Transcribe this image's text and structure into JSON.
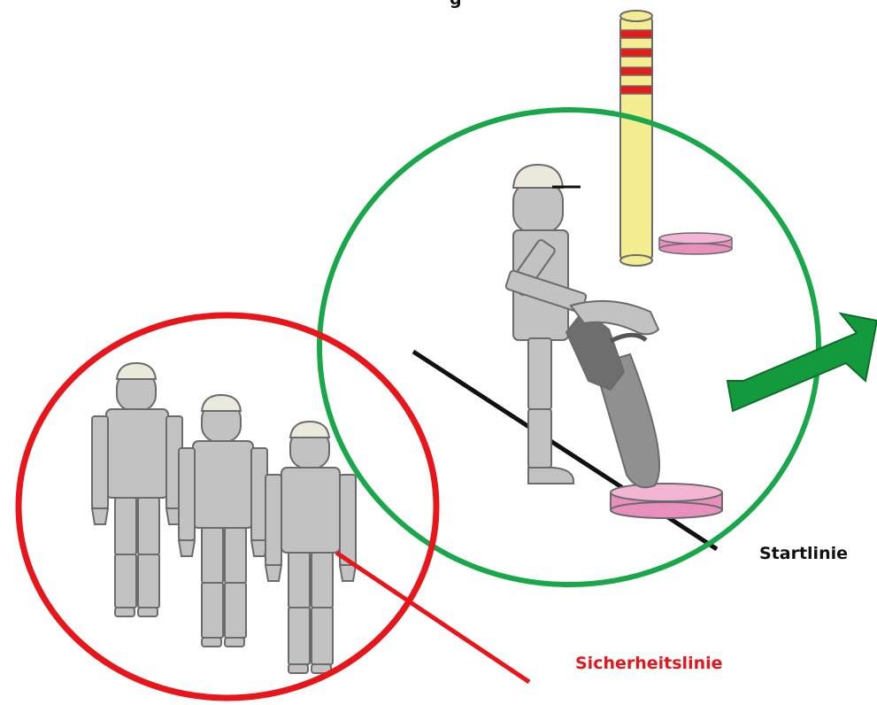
{
  "diagram": {
    "top_caption": "g",
    "start_line_label": "Startlinie",
    "safety_line_label": "Sicherheitslinie"
  },
  "colors": {
    "start_zone": "#18a84a",
    "safety_zone": "#e8151b",
    "arrow": "#129a3c",
    "figure_fill": "#c2c2c2",
    "figure_stroke": "#6b6b6b",
    "cap": "#ebe8dc",
    "pole": "#f3ec91",
    "pole_band": "#e51c1c",
    "target": "#e88fbd",
    "chainsaw_body": "#6e6e6e",
    "label_start": "#111111",
    "label_safety": "#e8151b"
  }
}
